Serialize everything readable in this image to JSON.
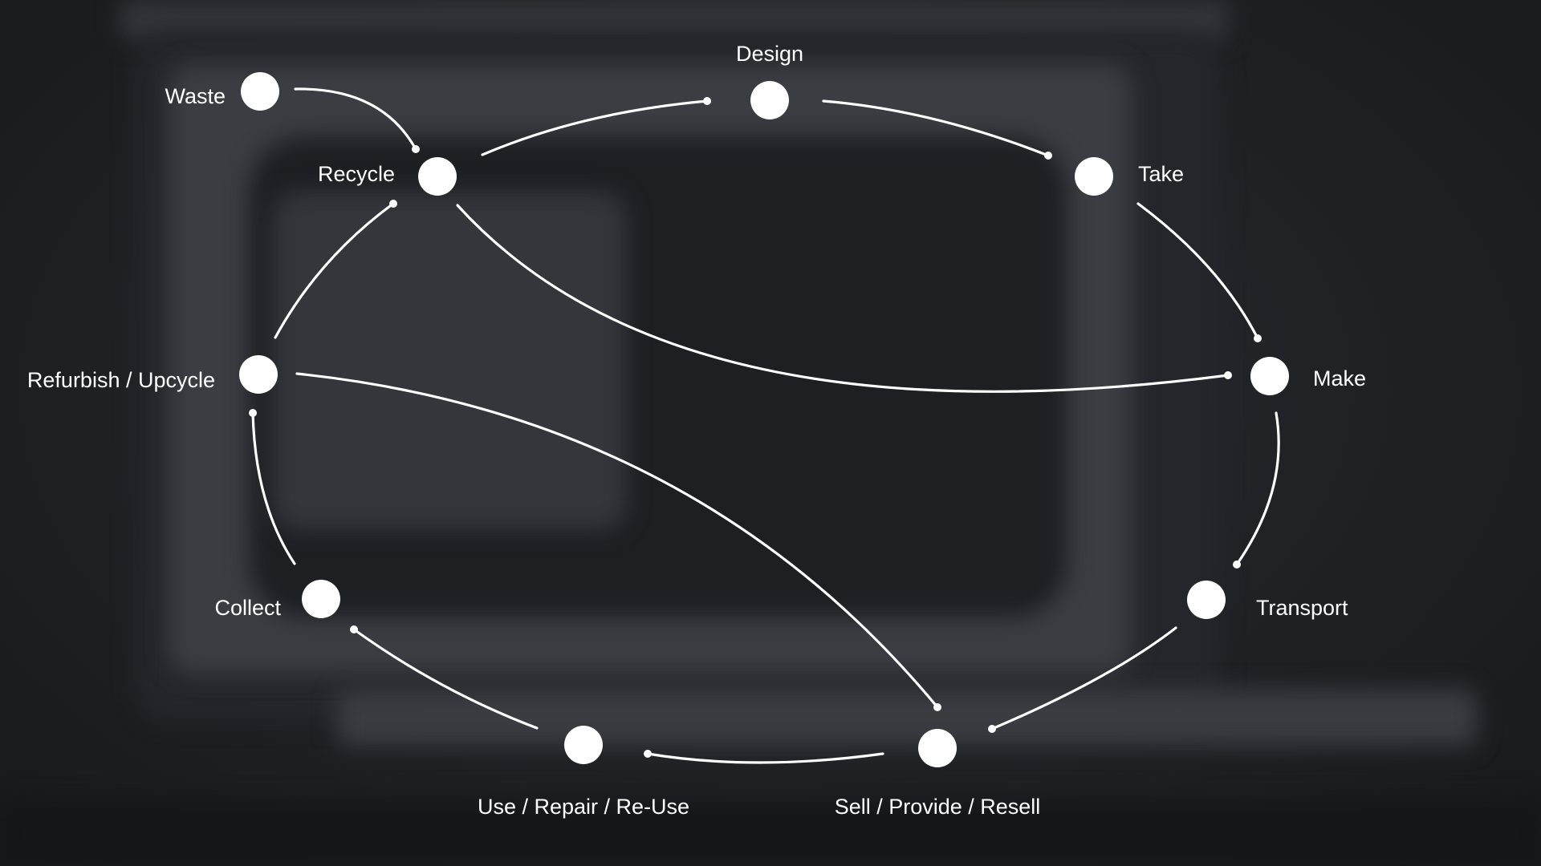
{
  "diagram": {
    "nodes": [
      {
        "id": "design",
        "label": "Design"
      },
      {
        "id": "take",
        "label": "Take"
      },
      {
        "id": "make",
        "label": "Make"
      },
      {
        "id": "transport",
        "label": "Transport"
      },
      {
        "id": "sell",
        "label": "Sell / Provide / Resell"
      },
      {
        "id": "use",
        "label": "Use / Repair / Re-Use"
      },
      {
        "id": "collect",
        "label": "Collect"
      },
      {
        "id": "refurbish",
        "label": "Refurbish / Upcycle"
      },
      {
        "id": "recycle",
        "label": "Recycle"
      },
      {
        "id": "waste",
        "label": "Waste"
      }
    ],
    "edges": [
      {
        "from": "recycle",
        "to": "design"
      },
      {
        "from": "design",
        "to": "take"
      },
      {
        "from": "take",
        "to": "make"
      },
      {
        "from": "make",
        "to": "transport"
      },
      {
        "from": "transport",
        "to": "sell"
      },
      {
        "from": "sell",
        "to": "use"
      },
      {
        "from": "use",
        "to": "collect"
      },
      {
        "from": "collect",
        "to": "refurbish"
      },
      {
        "from": "refurbish",
        "to": "recycle"
      },
      {
        "from": "waste",
        "to": "recycle"
      },
      {
        "from": "recycle",
        "to": "make"
      },
      {
        "from": "refurbish",
        "to": "sell"
      }
    ],
    "colors": {
      "line": "#ffffff",
      "node": "#ffffff",
      "text": "#ffffff"
    }
  }
}
